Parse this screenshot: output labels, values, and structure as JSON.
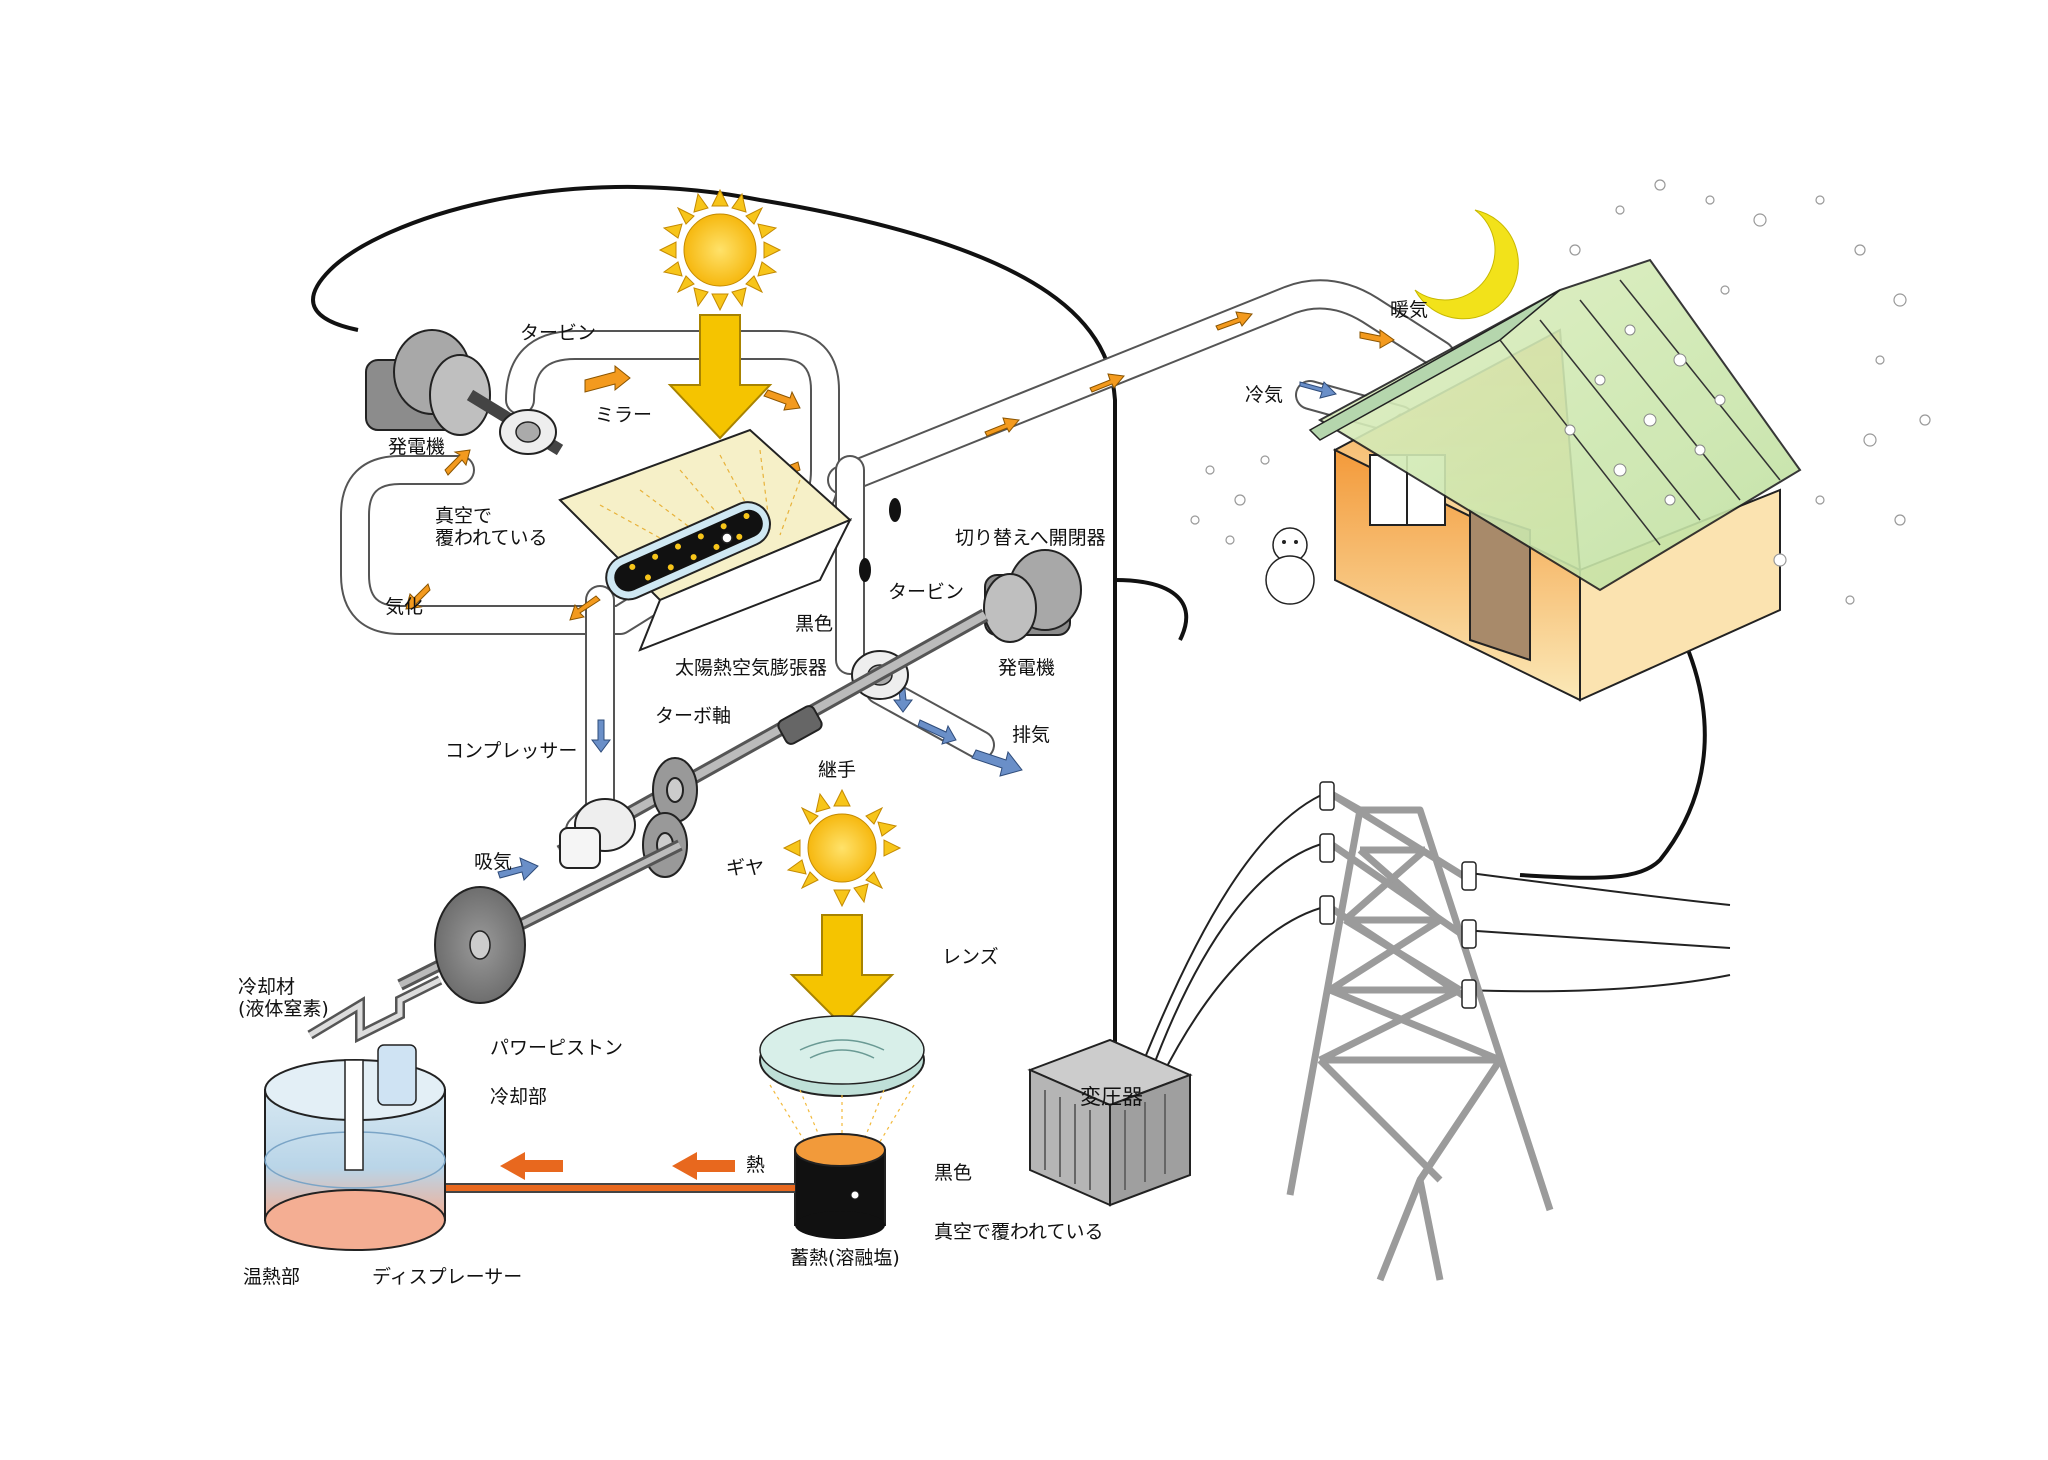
{
  "labels": {
    "turbine_top": "タービン",
    "generator_top": "発電機",
    "mirror": "ミラー",
    "vacuum_covered": "真空で\n覆われている",
    "vaporize": "気化",
    "black_color": "黒色",
    "solar_expander": "太陽熱空気膨張器",
    "switch_valve": "切り替えへ開閉器",
    "turbine_mid": "タービン",
    "generator_mid": "発電機",
    "exhaust": "排気",
    "turbo_shaft": "ターボ軸",
    "coupling": "継手",
    "compressor": "コンプレッサー",
    "intake": "吸気",
    "gear": "ギヤ",
    "coolant": "冷却材\n(液体窒素)",
    "power_piston": "パワーピストン",
    "cooling_part": "冷却部",
    "heating_part": "温熱部",
    "displacer": "ディスプレーサー",
    "heat": "熱",
    "lens": "レンズ",
    "black_color_storage": "黒色",
    "vacuum_covered_storage": "真空で覆われている",
    "heat_storage": "蓄熱(溶融塩)",
    "transformer": "変圧器",
    "warm_air": "暖気",
    "cold_air": "冷気"
  },
  "colors": {
    "sun": "#f7c51a",
    "sun_arrow": "#f5c400",
    "flow_arrow_orange": "#f39a1e",
    "flow_arrow_blue": "#6a8fc8",
    "heat_arrow": "#e8681e",
    "machine_gray": "#9a9a9a",
    "house_wall": "#f6c86a",
    "roof": "#cfe6b0",
    "water": "#bcd8ea",
    "warm_bottom": "#f5a98a",
    "pylon": "#9b9b9b"
  },
  "icons": [
    "sun-icon",
    "moon-icon",
    "snowman-icon",
    "snowflake-icon",
    "generator-icon",
    "turbine-icon",
    "pylon-icon",
    "house-icon",
    "transformer-icon",
    "lens-icon",
    "flywheel-icon"
  ]
}
